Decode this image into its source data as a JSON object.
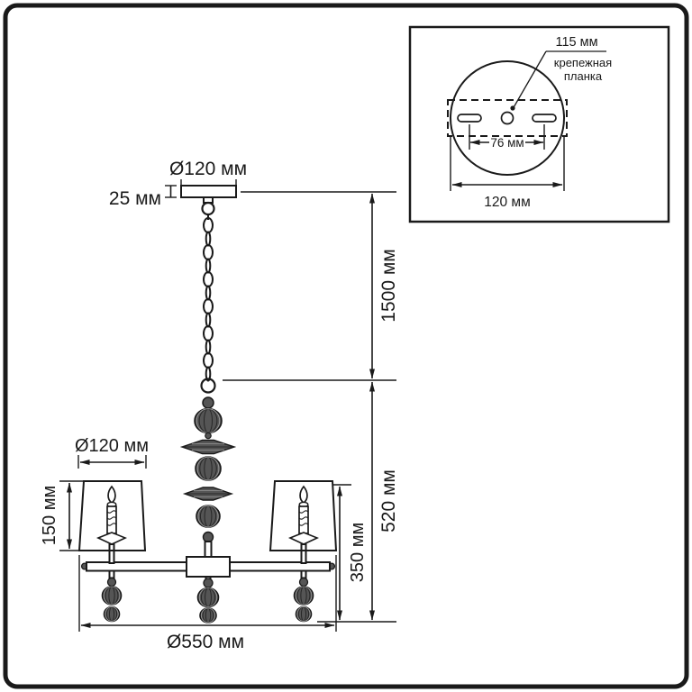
{
  "figure": {
    "type": "technical dimension drawing",
    "subject": "chandelier with chain suspension, two lampshades and decorative beads"
  },
  "dimensions": {
    "canopy_diameter": "Ø120 мм",
    "canopy_height": "25 мм",
    "chain_length": "1500 мм",
    "body_height": "520 мм",
    "lower_section_height": "350 мм",
    "shade_height": "150 мм",
    "shade_diameter": "Ø120 мм",
    "overall_diameter": "Ø550 мм"
  },
  "mounting_inset": {
    "offset_label": "115 мм",
    "bracket_word1": "крепежная",
    "bracket_word2": "планка",
    "hole_spacing": "76 мм",
    "plate_width": "120 мм"
  },
  "colors": {
    "line": "#1a1a1a",
    "background": "#ffffff",
    "bead_fill": "#555555"
  }
}
